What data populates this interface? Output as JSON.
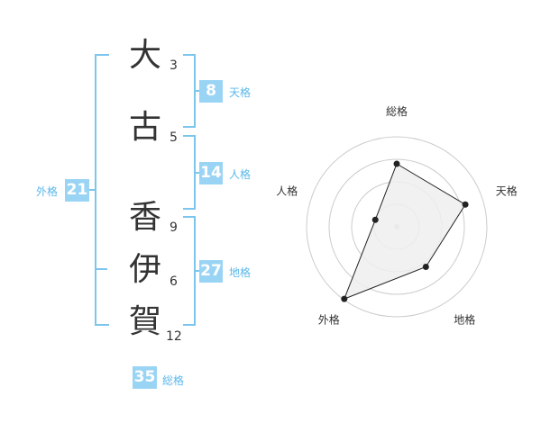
{
  "name": {
    "chars": [
      {
        "char": "大",
        "strokes": "3"
      },
      {
        "char": "古",
        "strokes": "5"
      },
      {
        "char": "香",
        "strokes": "9"
      },
      {
        "char": "伊",
        "strokes": "6"
      },
      {
        "char": "賀",
        "strokes": "12"
      }
    ]
  },
  "kaku": {
    "tenkaku": {
      "value": "8",
      "label": "天格"
    },
    "jinkaku": {
      "value": "14",
      "label": "人格"
    },
    "chikaku": {
      "value": "27",
      "label": "地格"
    },
    "gaikaku": {
      "value": "21",
      "label": "外格"
    },
    "soukaku": {
      "value": "35",
      "label": "総格"
    }
  },
  "colors": {
    "accent": "#9ad4f5",
    "line": "#7cc6ee",
    "label": "#5bb8ea",
    "text": "#333333"
  },
  "chart_data": {
    "type": "radar",
    "axes": [
      "総格",
      "天格",
      "地格",
      "外格",
      "人格"
    ],
    "values": [
      0.7,
      0.8,
      0.55,
      0.99,
      0.25
    ],
    "max": 1,
    "rings": 4
  }
}
